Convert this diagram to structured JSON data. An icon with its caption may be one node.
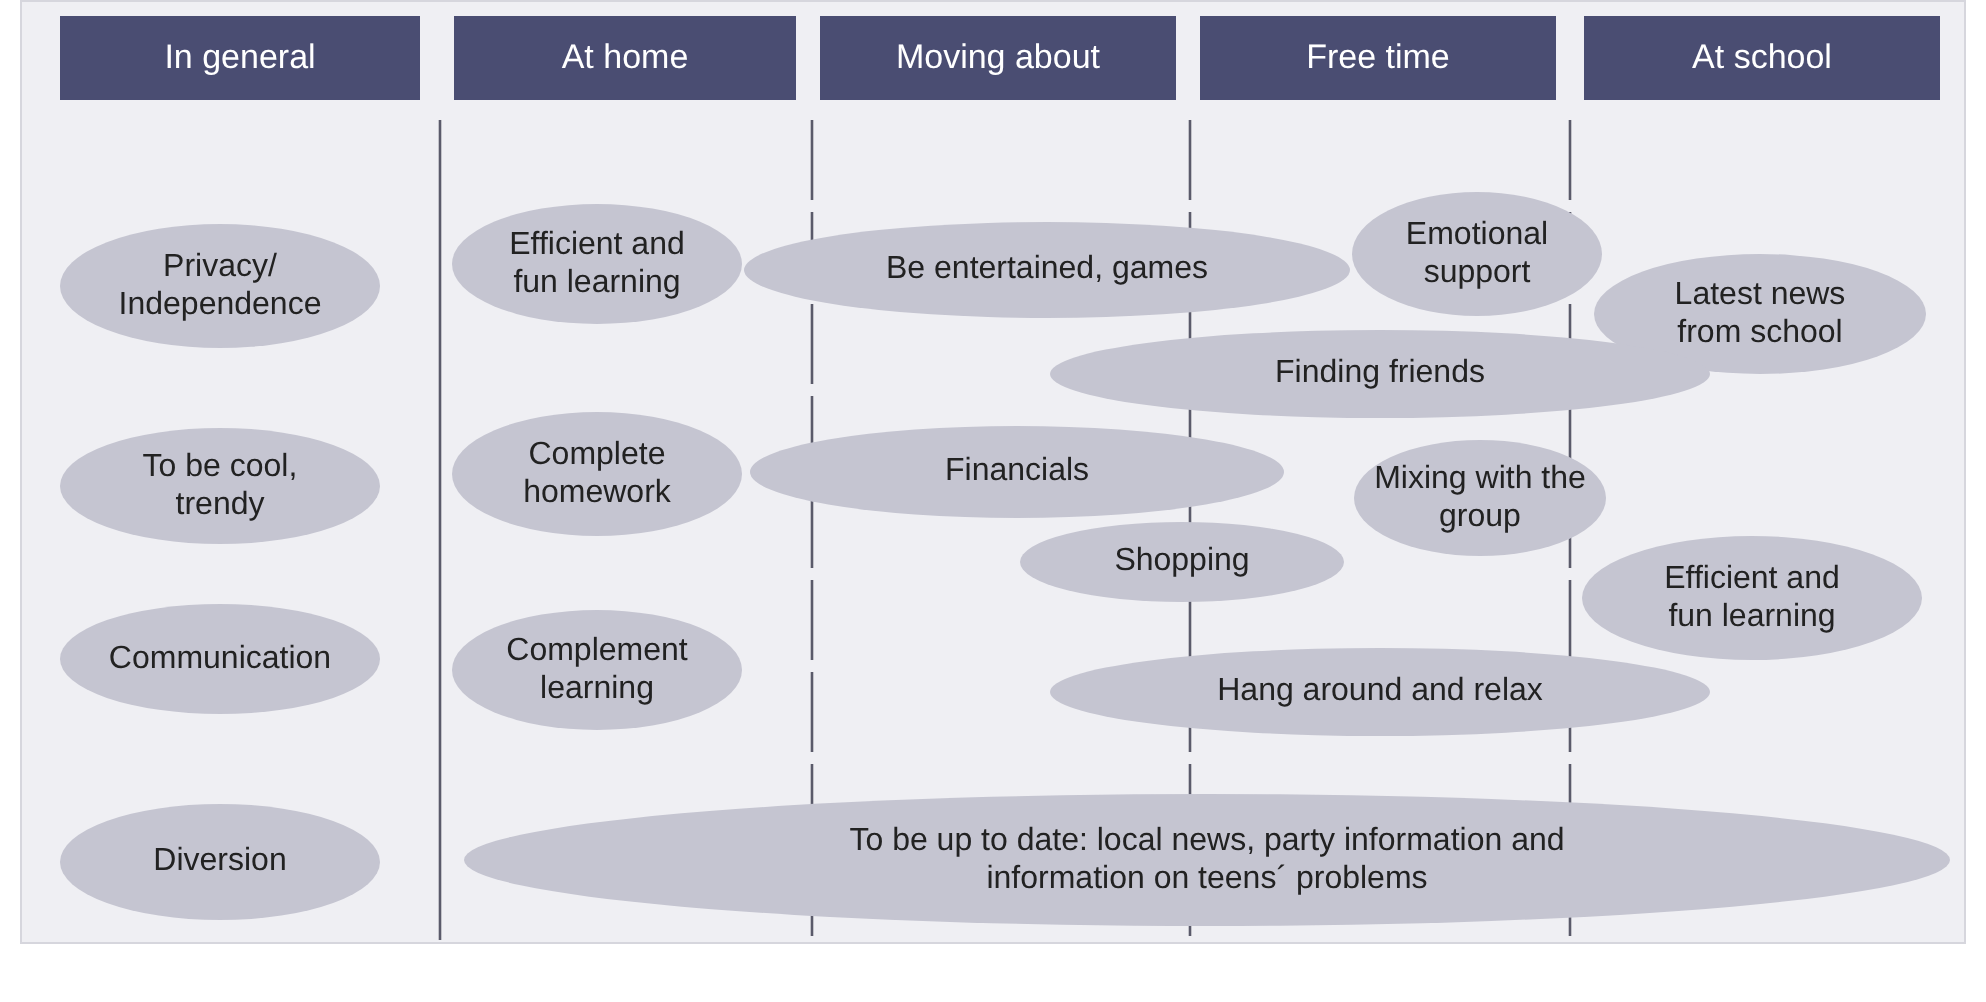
{
  "diagram": {
    "nodes": [
      {
        "text": [
          "In general"
        ]
      },
      {
        "text": [
          "At home"
        ]
      },
      {
        "text": [
          "Moving about"
        ]
      },
      {
        "text": [
          "Free time"
        ]
      },
      {
        "text": [
          "At school"
        ]
      },
      {
        "text": [
          "Privacy/ Independence"
        ]
      },
      {
        "text": [
          "Efficient and fun learning"
        ]
      },
      {
        "text": [
          "Be entertained, games"
        ]
      },
      {
        "text": [
          "Emotional support"
        ]
      },
      {
        "text": [
          "Latest news from school"
        ]
      },
      {
        "text": [
          "Finding friends"
        ]
      },
      {
        "text": [
          "To be cool, trendy"
        ]
      },
      {
        "text": [
          "Complete homework"
        ]
      },
      {
        "text": [
          "Financials"
        ]
      },
      {
        "text": [
          "Mixing with the group"
        ]
      },
      {
        "text": [
          "Shopping"
        ]
      },
      {
        "text": [
          "Efficient and fun learning"
        ]
      },
      {
        "text": [
          "Communication"
        ]
      },
      {
        "text": [
          "Complement learning"
        ]
      },
      {
        "text": [
          "Hang around and relax"
        ]
      },
      {
        "text": [
          "Diversion"
        ]
      },
      {
        "text": [
          "To be up to date: local news, party information and information on teens´ problems"
        ]
      }
    ]
  }
}
